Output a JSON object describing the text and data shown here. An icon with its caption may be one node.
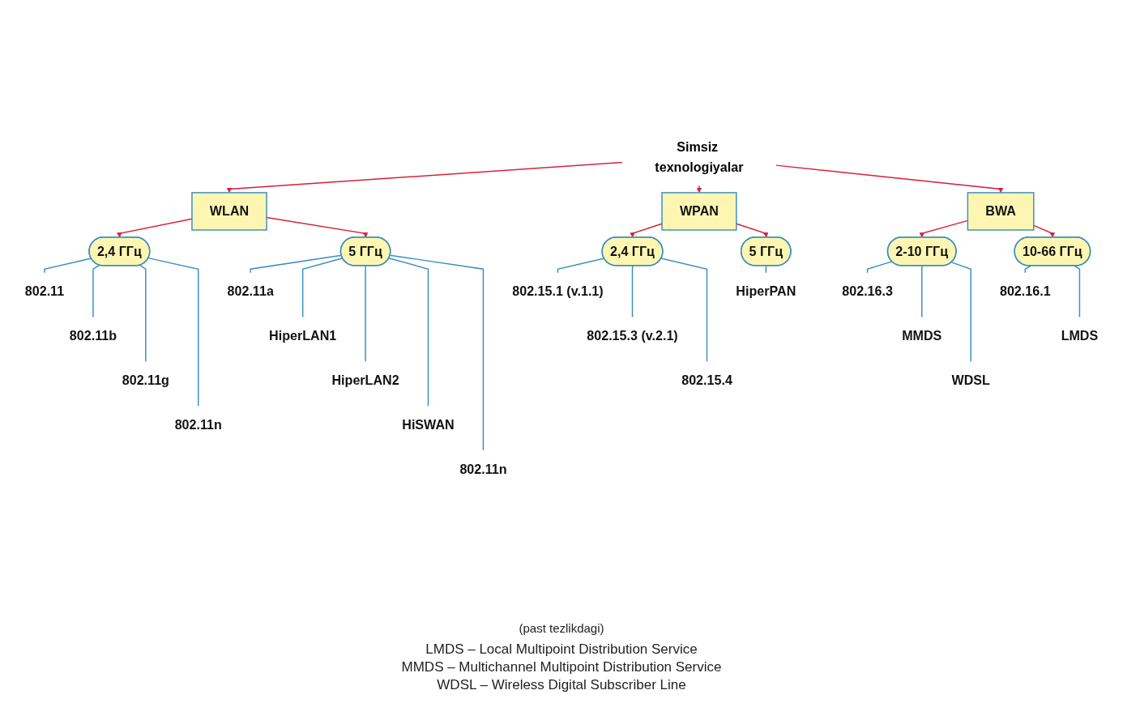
{
  "diagram": {
    "nodes": [
      {
        "text": [
          "Simsiz texnologiyalar"
        ]
      },
      {
        "text": [
          "WLAN"
        ]
      },
      {
        "text": [
          "WPAN"
        ]
      },
      {
        "text": [
          "BWA"
        ]
      },
      {
        "text": [
          "2,4 ГГц"
        ]
      },
      {
        "text": [
          "5 ГГц"
        ]
      },
      {
        "text": [
          "2,4 ГГц"
        ]
      },
      {
        "text": [
          "5 ГГц"
        ]
      },
      {
        "text": [
          "2-10 ГГц"
        ]
      },
      {
        "text": [
          "10-66 ГГц"
        ]
      },
      {
        "text": [
          "802.11"
        ]
      },
      {
        "text": [
          "802.11b"
        ]
      },
      {
        "text": [
          "802.11g"
        ]
      },
      {
        "text": [
          "802.11n"
        ]
      },
      {
        "text": [
          "802.11a"
        ]
      },
      {
        "text": [
          "HiperLAN1"
        ]
      },
      {
        "text": [
          "HiperLAN2"
        ]
      },
      {
        "text": [
          "HiSWAN"
        ]
      },
      {
        "text": [
          "802.11n"
        ]
      },
      {
        "text": [
          "802.15.1 (v.1.1)"
        ]
      },
      {
        "text": [
          "802.15.3 (v.2.1)"
        ]
      },
      {
        "text": [
          "802.15.4"
        ]
      },
      {
        "text": [
          "HiperPAN"
        ]
      },
      {
        "text": [
          "802.16.3"
        ]
      },
      {
        "text": [
          "MMDS"
        ]
      },
      {
        "text": [
          "WDSL"
        ]
      },
      {
        "text": [
          "802.16.1"
        ]
      },
      {
        "text": [
          "LMDS"
        ]
      }
    ],
    "edges": [
      {
        "from": 0,
        "to": 1,
        "arrow": "to",
        "color": "#d9213a"
      },
      {
        "from": 0,
        "to": 2,
        "arrow": "to",
        "color": "#d9213a"
      },
      {
        "from": 0,
        "to": 3,
        "arrow": "to",
        "color": "#d9213a"
      },
      {
        "from": 1,
        "to": 4,
        "arrow": "to",
        "color": "#d9213a"
      },
      {
        "from": 1,
        "to": 5,
        "arrow": "to",
        "color": "#d9213a"
      },
      {
        "from": 2,
        "to": 6,
        "arrow": "to",
        "color": "#d9213a"
      },
      {
        "from": 2,
        "to": 7,
        "arrow": "to",
        "color": "#d9213a"
      },
      {
        "from": 3,
        "to": 8,
        "arrow": "to",
        "color": "#d9213a"
      },
      {
        "from": 3,
        "to": 9,
        "arrow": "to",
        "color": "#d9213a"
      },
      {
        "from": 4,
        "to": 10,
        "arrow": "none"
      },
      {
        "from": 4,
        "to": 11,
        "arrow": "none"
      },
      {
        "from": 4,
        "to": 12,
        "arrow": "none"
      },
      {
        "from": 4,
        "to": 13,
        "arrow": "none"
      },
      {
        "from": 5,
        "to": 14,
        "arrow": "none"
      },
      {
        "from": 5,
        "to": 15,
        "arrow": "none"
      },
      {
        "from": 5,
        "to": 16,
        "arrow": "none"
      },
      {
        "from": 5,
        "to": 17,
        "arrow": "none"
      },
      {
        "from": 5,
        "to": 18,
        "arrow": "none"
      },
      {
        "from": 6,
        "to": 19,
        "arrow": "none"
      },
      {
        "from": 6,
        "to": 20,
        "arrow": "none"
      },
      {
        "from": 6,
        "to": 21,
        "arrow": "none"
      },
      {
        "from": 7,
        "to": 22,
        "arrow": "none"
      },
      {
        "from": 8,
        "to": 23,
        "arrow": "none"
      },
      {
        "from": 8,
        "to": 24,
        "arrow": "none"
      },
      {
        "from": 8,
        "to": 25,
        "arrow": "none"
      },
      {
        "from": 9,
        "to": 26,
        "arrow": "none"
      },
      {
        "from": 9,
        "to": 27,
        "arrow": "none"
      }
    ],
    "labels": [
      "(past tezlikdagi)",
      "LMDS – Local Multipoint Distribution Service",
      "MMDS – Multichannel Multipoint Distribution Service",
      "WDSL – Wireless Digital Subscriber Line"
    ]
  }
}
